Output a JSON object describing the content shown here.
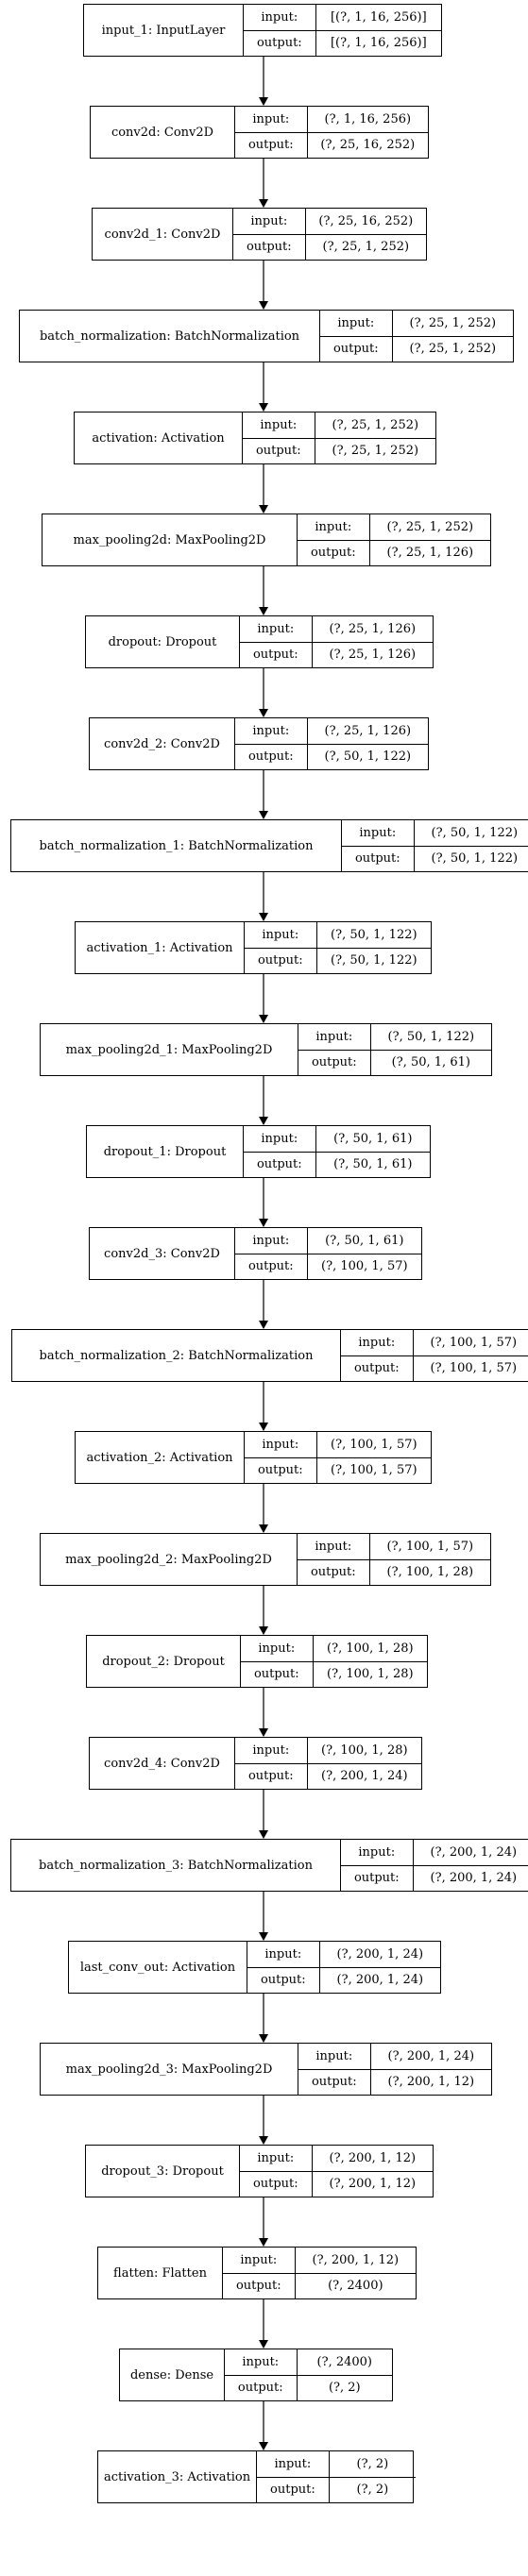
{
  "labels": {
    "input": "input:",
    "output": "output:"
  },
  "layers": [
    {
      "name": "input_1: InputLayer",
      "input": "[(?, 1, 16, 256)]",
      "output": "[(?, 1, 16, 256)]"
    },
    {
      "name": "conv2d: Conv2D",
      "input": "(?, 1, 16, 256)",
      "output": "(?, 25, 16, 252)"
    },
    {
      "name": "conv2d_1: Conv2D",
      "input": "(?, 25, 16, 252)",
      "output": "(?, 25, 1, 252)"
    },
    {
      "name": "batch_normalization: BatchNormalization",
      "input": "(?, 25, 1, 252)",
      "output": "(?, 25, 1, 252)"
    },
    {
      "name": "activation: Activation",
      "input": "(?, 25, 1, 252)",
      "output": "(?, 25, 1, 252)"
    },
    {
      "name": "max_pooling2d: MaxPooling2D",
      "input": "(?, 25, 1, 252)",
      "output": "(?, 25, 1, 126)"
    },
    {
      "name": "dropout: Dropout",
      "input": "(?, 25, 1, 126)",
      "output": "(?, 25, 1, 126)"
    },
    {
      "name": "conv2d_2: Conv2D",
      "input": "(?, 25, 1, 126)",
      "output": "(?, 50, 1, 122)"
    },
    {
      "name": "batch_normalization_1: BatchNormalization",
      "input": "(?, 50, 1, 122)",
      "output": "(?, 50, 1, 122)"
    },
    {
      "name": "activation_1: Activation",
      "input": "(?, 50, 1, 122)",
      "output": "(?, 50, 1, 122)"
    },
    {
      "name": "max_pooling2d_1: MaxPooling2D",
      "input": "(?, 50, 1, 122)",
      "output": "(?, 50, 1, 61)"
    },
    {
      "name": "dropout_1: Dropout",
      "input": "(?, 50, 1, 61)",
      "output": "(?, 50, 1, 61)"
    },
    {
      "name": "conv2d_3: Conv2D",
      "input": "(?, 50, 1, 61)",
      "output": "(?, 100, 1, 57)"
    },
    {
      "name": "batch_normalization_2: BatchNormalization",
      "input": "(?, 100, 1, 57)",
      "output": "(?, 100, 1, 57)"
    },
    {
      "name": "activation_2: Activation",
      "input": "(?, 100, 1, 57)",
      "output": "(?, 100, 1, 57)"
    },
    {
      "name": "max_pooling2d_2: MaxPooling2D",
      "input": "(?, 100, 1, 57)",
      "output": "(?, 100, 1, 28)"
    },
    {
      "name": "dropout_2: Dropout",
      "input": "(?, 100, 1, 28)",
      "output": "(?, 100, 1, 28)"
    },
    {
      "name": "conv2d_4: Conv2D",
      "input": "(?, 100, 1, 28)",
      "output": "(?, 200, 1, 24)"
    },
    {
      "name": "batch_normalization_3: BatchNormalization",
      "input": "(?, 200, 1, 24)",
      "output": "(?, 200, 1, 24)"
    },
    {
      "name": "last_conv_out: Activation",
      "input": "(?, 200, 1, 24)",
      "output": "(?, 200, 1, 24)"
    },
    {
      "name": "max_pooling2d_3: MaxPooling2D",
      "input": "(?, 200, 1, 24)",
      "output": "(?, 200, 1, 12)"
    },
    {
      "name": "dropout_3: Dropout",
      "input": "(?, 200, 1, 12)",
      "output": "(?, 200, 1, 12)"
    },
    {
      "name": "flatten: Flatten",
      "input": "(?, 200, 1, 12)",
      "output": "(?, 2400)"
    },
    {
      "name": "dense: Dense",
      "input": "(?, 2400)",
      "output": "(?, 2)"
    },
    {
      "name": "activation_3: Activation",
      "input": "(?, 2)",
      "output": "(?, 2)"
    }
  ]
}
